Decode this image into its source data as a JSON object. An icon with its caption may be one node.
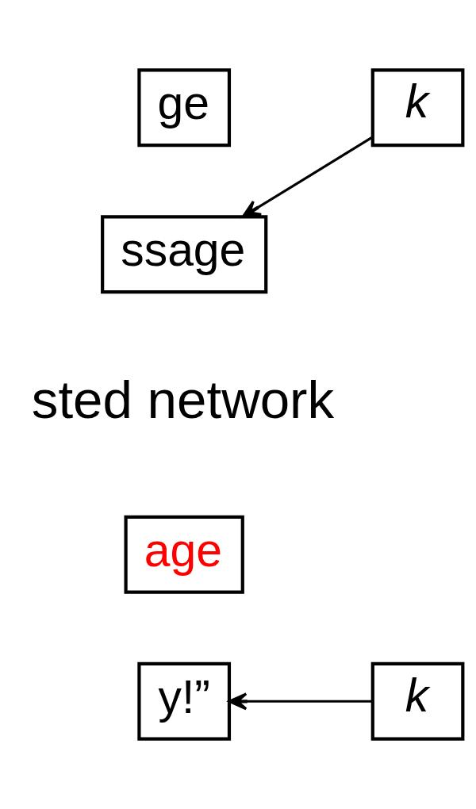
{
  "diagram": {
    "nodes": [
      {
        "text": [
          "ge"
        ]
      },
      {
        "text": [
          "k"
        ]
      },
      {
        "text": [
          "ssage"
        ]
      },
      {
        "text": [
          "age"
        ]
      },
      {
        "text": [
          "y!”"
        ]
      },
      {
        "text": [
          "k"
        ]
      }
    ],
    "edges": [
      {
        "from": 1,
        "to": 2,
        "arrow": "to"
      },
      {
        "from": 5,
        "to": 4,
        "arrow": "to"
      }
    ],
    "labels": [
      "sted network"
    ]
  }
}
